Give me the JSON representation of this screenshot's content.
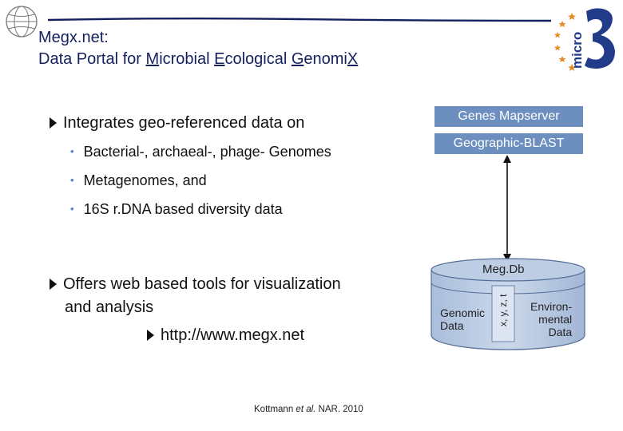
{
  "header": {
    "title_line1": "Megx.net:",
    "title_line2_parts": [
      "Data Portal for ",
      "M",
      "icrobial ",
      "E",
      "cological ",
      "G",
      "enomi",
      "X"
    ],
    "logo_text": "micro"
  },
  "content": {
    "bullet1": "Integrates geo-referenced data on",
    "sub_bullets": [
      "Bacterial-, archaeal-, phage- Genomes",
      "Metagenomes, and",
      "16S r.DNA based diversity data"
    ],
    "bullet2_line1": "Offers web based tools for visualization",
    "bullet2_line2": "and analysis",
    "bullet3": "http://www.megx.net"
  },
  "citation": {
    "author": "Kottmann ",
    "etal": "et al.",
    "journal": " NAR. 2010"
  },
  "diagram": {
    "box1": "Genes Mapserver",
    "box2": "Geographic-BLAST",
    "db_title": "Meg.Db",
    "genomic_line1": "Genomic",
    "genomic_line2": "Data",
    "env_line1": "Environ-",
    "env_line2": "mental",
    "env_line3": "Data",
    "xyzt": "x, y, z, t"
  },
  "colors": {
    "title": "#14215e",
    "box": "#6d8fc0",
    "bullet_dot": "#4a7fc0",
    "logo": "#233c8a",
    "star": "#e58a1f"
  }
}
